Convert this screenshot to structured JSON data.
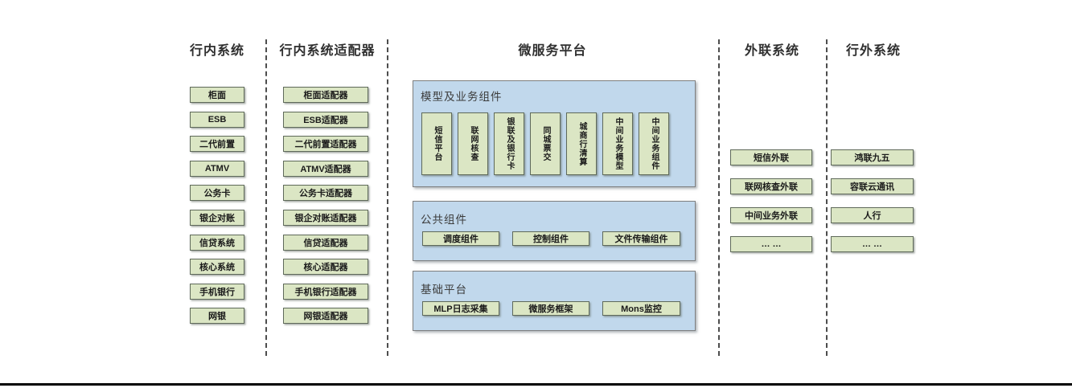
{
  "headers": {
    "inbank": "行内系统",
    "adapter": "行内系统适配器",
    "platform": "微服务平台",
    "outlink": "外联系统",
    "external": "行外系统"
  },
  "inbank_systems": [
    "柜面",
    "ESB",
    "二代前置",
    "ATMV",
    "公务卡",
    "银企对账",
    "信贷系统",
    "核心系统",
    "手机银行",
    "网银"
  ],
  "adapters": [
    "柜面适配器",
    "ESB适配器",
    "二代前置适配器",
    "ATMV适配器",
    "公务卡适配器",
    "银企对账适配器",
    "信贷适配器",
    "核心适配器",
    "手机银行适配器",
    "网银适配器"
  ],
  "platform": {
    "model_section": {
      "title": "模型及业务组件",
      "components": [
        "短信平台",
        "联网核查",
        "银联及银行卡",
        "同城票交",
        "城商行清算",
        "中间业务模型",
        "中间业务组件"
      ]
    },
    "common_section": {
      "title": "公共组件",
      "components": [
        "调度组件",
        "控制组件",
        "文件传输组件"
      ]
    },
    "base_section": {
      "title": "基础平台",
      "components": [
        "MLP日志采集",
        "微服务框架",
        "Mons监控"
      ]
    }
  },
  "outlink_systems": [
    "短信外联",
    "联网核查外联",
    "中间业务外联",
    "… …"
  ],
  "external_systems": [
    "鸿联九五",
    "容联云通讯",
    "人行",
    "… …"
  ],
  "colors": {
    "box_fill": "#dbe6c4",
    "box_border": "#5f6a5a",
    "panel_fill": "#c1d8ec",
    "panel_border": "#7f7f7f",
    "divider": "#4d4d4d",
    "footer_line": "#000000"
  }
}
